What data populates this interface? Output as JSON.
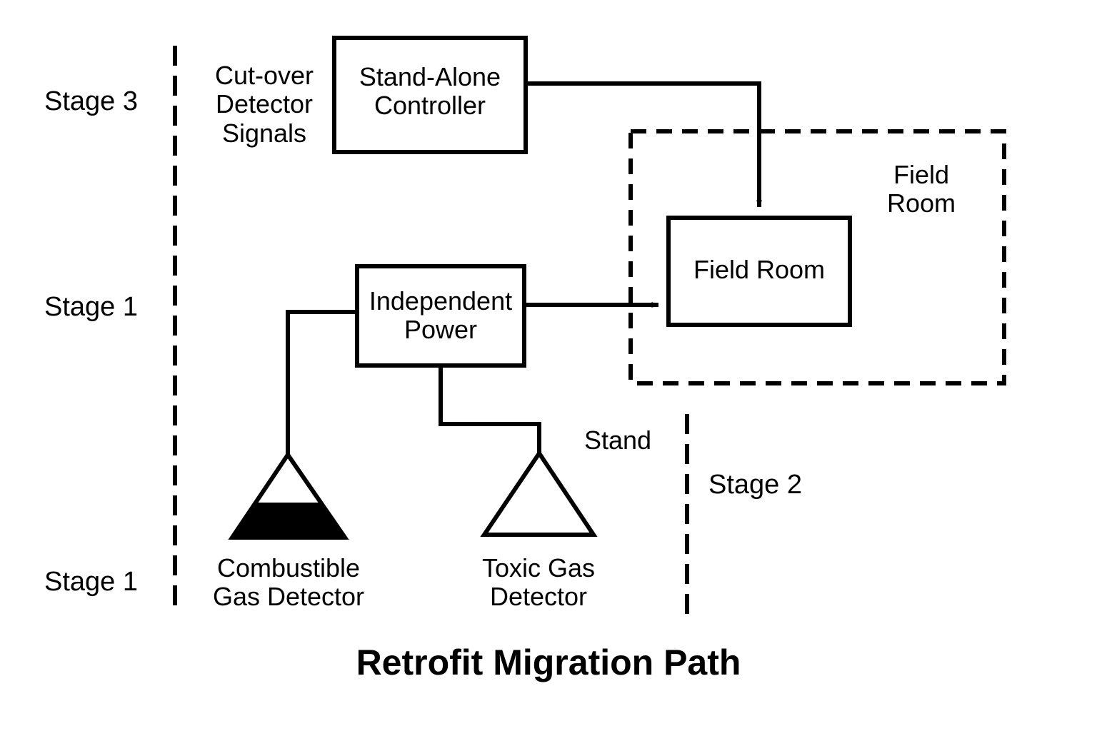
{
  "diagram": {
    "title": "Retrofit Migration Path",
    "stage_markers": [
      {
        "id": "stage-3",
        "label": "Stage 3"
      },
      {
        "id": "stage-1-mid",
        "label": "Stage 1"
      },
      {
        "id": "stage-1-bottom",
        "label": "Stage 1"
      },
      {
        "id": "stage-2",
        "label": "Stage 2"
      }
    ],
    "annotations": [
      {
        "id": "cut-over-detector-signals",
        "label": "Cut-over\nDetector\nSignals"
      },
      {
        "id": "stand",
        "label": "Stand"
      },
      {
        "id": "field-room-zone",
        "label": "Field\nRoom"
      }
    ],
    "nodes": [
      {
        "id": "stand-alone-controller",
        "label": "Stand-Alone\nController",
        "shape": "rectangle"
      },
      {
        "id": "independent-power",
        "label": "Independent\nPower",
        "shape": "rectangle"
      },
      {
        "id": "field-room",
        "label": "Field Room",
        "shape": "rectangle"
      },
      {
        "id": "combustible-gas-detector",
        "label": "Combustible\nGas Detector",
        "shape": "triangle-filled"
      },
      {
        "id": "toxic-gas-detector",
        "label": "Toxic Gas\nDetector",
        "shape": "triangle-open"
      }
    ],
    "edges": [
      {
        "id": "controller-to-field-room",
        "from": "stand-alone-controller",
        "to": "field-room",
        "arrow": true
      },
      {
        "id": "power-to-field-room",
        "from": "independent-power",
        "to": "field-room",
        "arrow": true
      },
      {
        "id": "power-to-combustible",
        "from": "independent-power",
        "to": "combustible-gas-detector",
        "arrow": false
      },
      {
        "id": "power-to-toxic",
        "from": "independent-power",
        "to": "toxic-gas-detector",
        "arrow": false
      }
    ],
    "colors": {
      "stroke": "#000000",
      "fill": "#ffffff",
      "detector_fill": "#000000",
      "background": "#ffffff"
    }
  }
}
